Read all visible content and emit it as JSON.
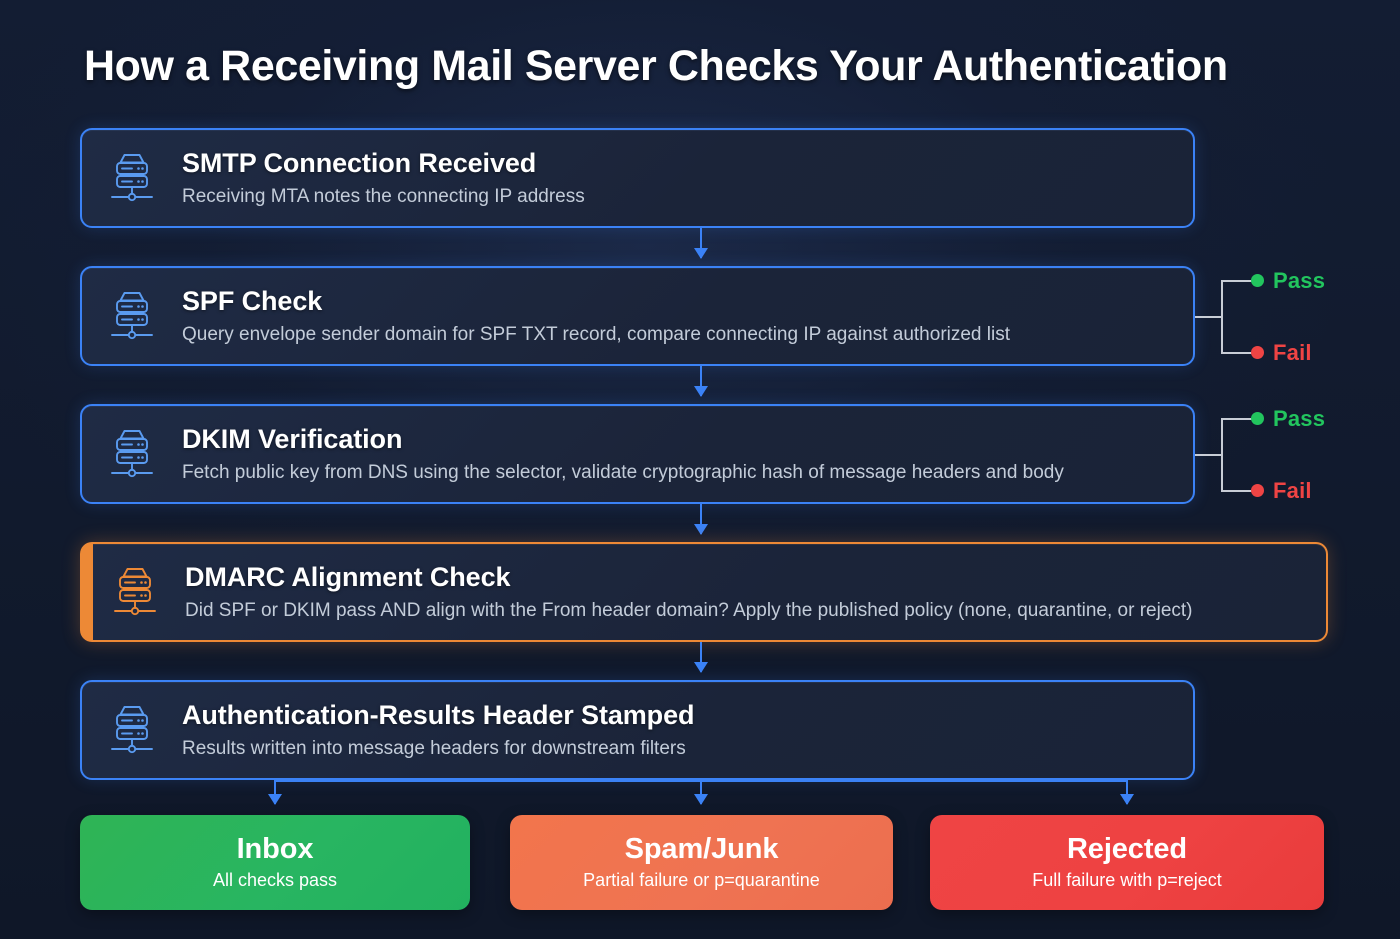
{
  "header": {
    "title": "How a Receiving Mail Server Checks Your Authentication"
  },
  "colors": {
    "background": "#111a2d",
    "card_fill": "#1d2840",
    "card_border_blue": "#3b82f6",
    "card_border_orange": "#ed8936",
    "pass_green": "#22c55e",
    "fail_red": "#ef4444",
    "branch_line": "#c8cdd6",
    "inbox_green": "#28b561",
    "spam_orange": "#ef7352",
    "rejected_red": "#ee4242",
    "title_text": "#ffffff",
    "desc_text": "#c3ccd9"
  },
  "flow": {
    "stages": [
      {
        "id": "smtp-connection-received",
        "title": "SMTP Connection Received",
        "desc": "Receiving MTA notes the connecting IP address",
        "icon": "server-rack-network-icon",
        "accent": "blue",
        "branch": null
      },
      {
        "id": "spf-check",
        "title": "SPF Check",
        "desc": "Query envelope sender domain for SPF TXT record, compare connecting IP against authorized list",
        "icon": "server-rack-network-icon",
        "accent": "blue",
        "branch": {
          "pass_label": "Pass",
          "fail_label": "Fail"
        }
      },
      {
        "id": "dkim-verification",
        "title": "DKIM Verification",
        "desc": "Fetch public key from DNS using the selector, validate cryptographic hash of message headers and body",
        "icon": "server-rack-network-icon",
        "accent": "blue",
        "branch": {
          "pass_label": "Pass",
          "fail_label": "Fail"
        }
      },
      {
        "id": "dmarc-alignment-check",
        "title": "DMARC Alignment Check",
        "desc": "Did SPF or DKIM pass AND align with the From header domain? Apply the published policy (none, quarantine, or reject)",
        "icon": "server-rack-network-icon",
        "accent": "orange",
        "branch": null
      },
      {
        "id": "authentication-results-header-stamped",
        "title": "Authentication-Results Header Stamped",
        "desc": "Results written into message headers for downstream filters",
        "icon": "server-rack-network-icon",
        "accent": "blue",
        "branch": null
      }
    ],
    "outcomes": [
      {
        "id": "inbox",
        "title": "Inbox",
        "desc": "All checks pass"
      },
      {
        "id": "spam",
        "title": "Spam/Junk",
        "desc": "Partial failure or p=quarantine"
      },
      {
        "id": "rejected",
        "title": "Rejected",
        "desc": "Full failure with p=reject"
      }
    ]
  }
}
